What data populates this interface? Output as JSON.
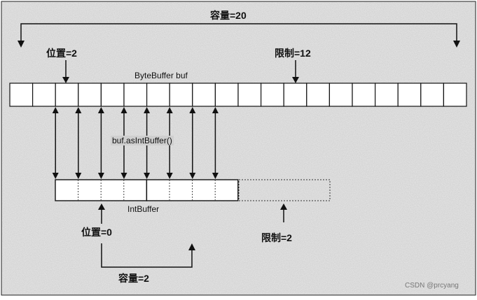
{
  "labels": {
    "capacity_top": "容量=20",
    "position_top": "位置=2",
    "limit_top": "限制=12",
    "bytebuffer_name": "ByteBuffer buf",
    "method": "buf.asIntBuffer()",
    "intbuffer_name": "IntBuffer",
    "position_bottom": "位置=0",
    "limit_bottom": "限制=2",
    "capacity_bottom": "容量=2",
    "watermark": "CSDN @prcyang"
  },
  "bytebuffer": {
    "cells": 20,
    "position": 2,
    "limit": 12,
    "capacity": 20
  },
  "intbuffer": {
    "cells": 2,
    "bytes_per_cell": 4,
    "position": 0,
    "limit": 2,
    "capacity": 2
  },
  "colors": {
    "line": "#111111",
    "background": "#cfcfcf",
    "cell_fill": "#ffffff"
  }
}
